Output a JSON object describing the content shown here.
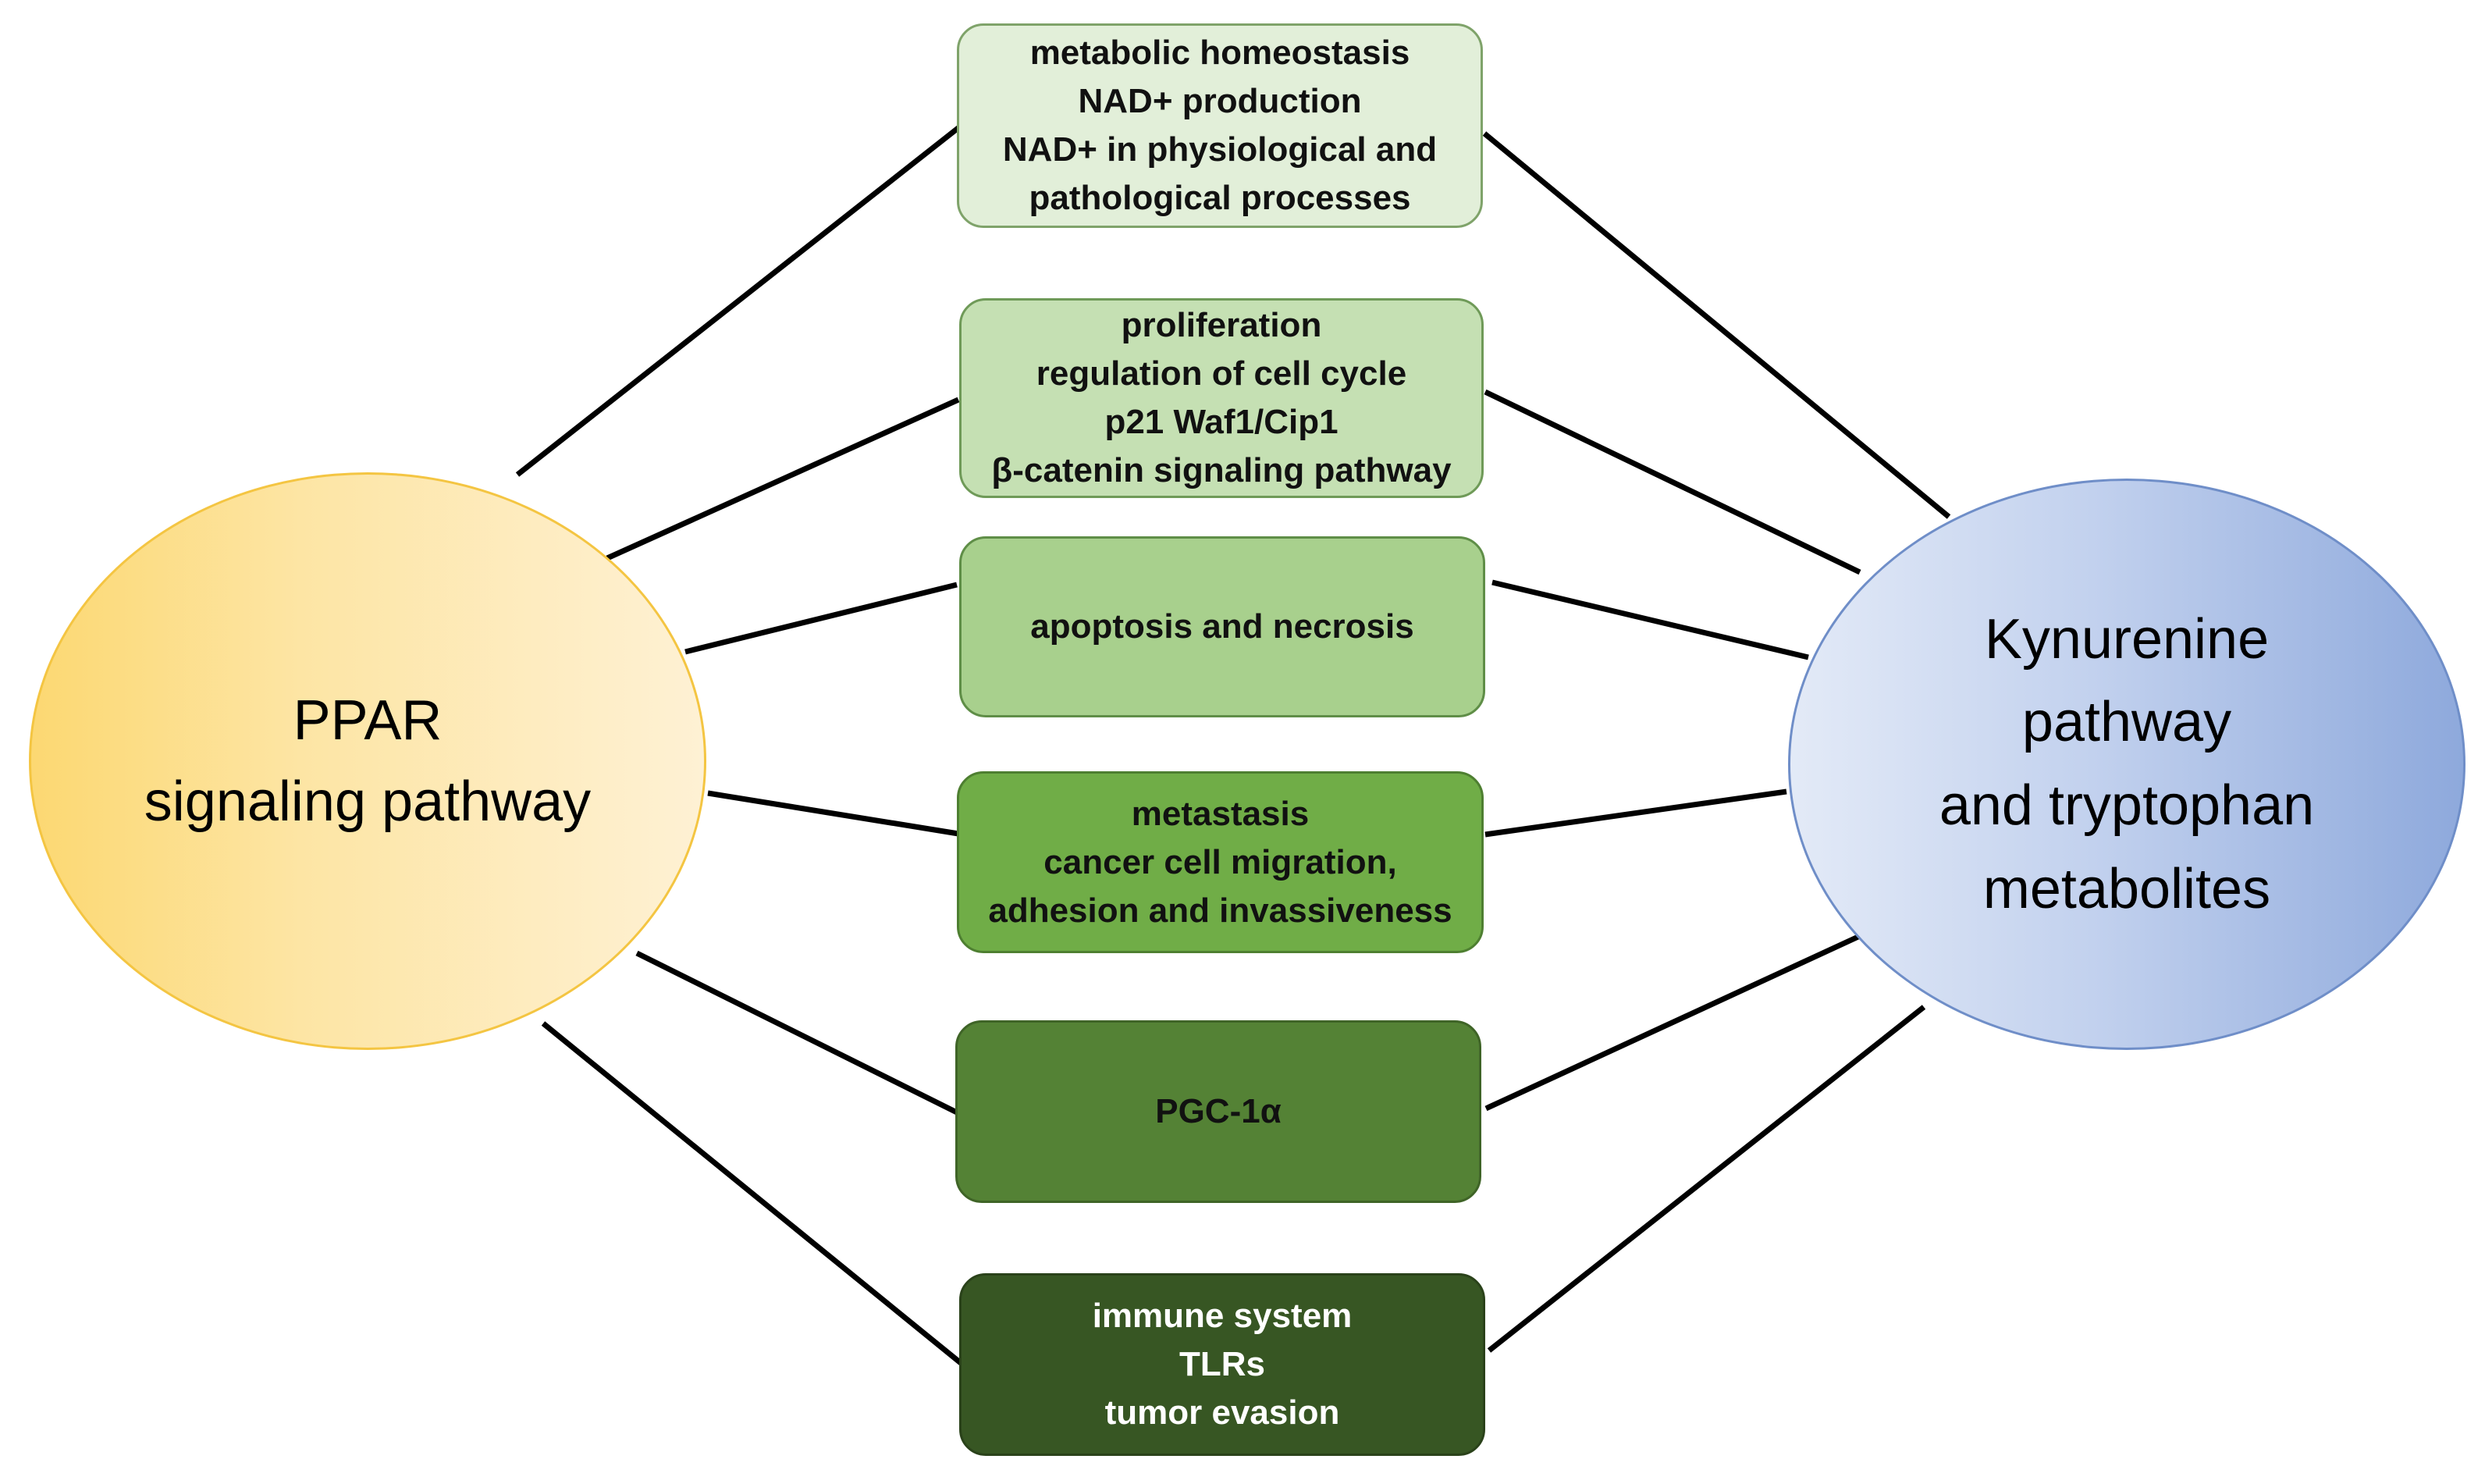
{
  "left_node": {
    "label": "PPAR\nsignaling pathway",
    "color": "#fcd872"
  },
  "right_node": {
    "label": "Kynurenine\npathway\nand tryptophan\nmetabolites",
    "color": "#8ea9dc"
  },
  "boxes": [
    {
      "text": "metabolic homeostasis\nNAD+ production\nNAD+ in physiological and\npathological processes",
      "color": "#e2efd9"
    },
    {
      "text": "proliferation\nregulation of cell cycle\np21 Waf1/Cip1\nβ-catenin signaling pathway",
      "color": "#c5e0b3"
    },
    {
      "text": "apoptosis and necrosis",
      "color": "#a8d08d"
    },
    {
      "text": "metastasis\ncancer cell migration,\nadhesion and invassiveness",
      "color": "#70ad47"
    },
    {
      "text": "PGC-1α",
      "color": "#548235"
    },
    {
      "text": "immune system\nTLRs\ntumor evasion",
      "color": "#375623"
    }
  ]
}
